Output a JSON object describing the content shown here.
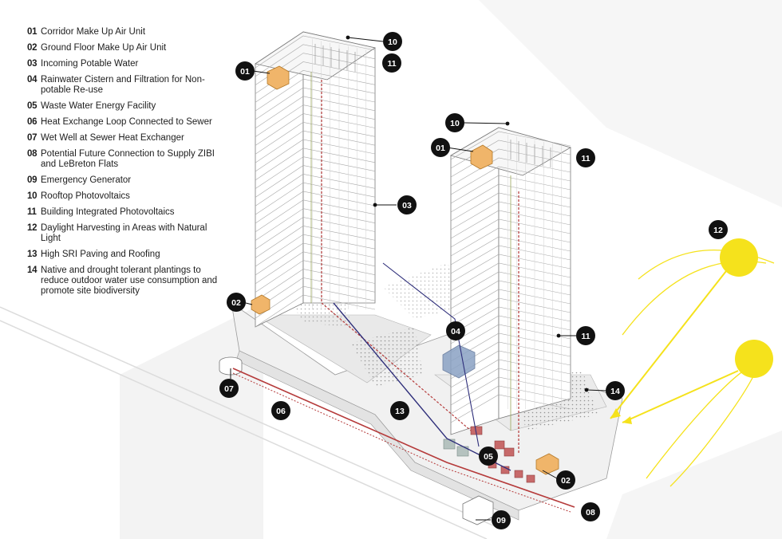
{
  "legend": [
    {
      "num": "01",
      "label": "Corridor Make Up Air Unit"
    },
    {
      "num": "02",
      "label": "Ground Floor Make Up Air Unit"
    },
    {
      "num": "03",
      "label": "Incoming Potable Water"
    },
    {
      "num": "04",
      "label": "Rainwater Cistern and Filtration for Non-potable Re-use"
    },
    {
      "num": "05",
      "label": "Waste Water Energy Facility"
    },
    {
      "num": "06",
      "label": "Heat Exchange Loop Connected to Sewer"
    },
    {
      "num": "07",
      "label": "Wet Well at Sewer Heat Exchanger"
    },
    {
      "num": "08",
      "label": "Potential Future Connection to Supply ZIBI and LeBreton Flats"
    },
    {
      "num": "09",
      "label": "Emergency Generator"
    },
    {
      "num": "10",
      "label": "Rooftop Photovoltaics"
    },
    {
      "num": "11",
      "label": "Building Integrated Photovoltaics"
    },
    {
      "num": "12",
      "label": "Daylight Harvesting in Areas with Natural Light"
    },
    {
      "num": "13",
      "label": "High SRI Paving and Roofing"
    },
    {
      "num": "14",
      "label": "Native and drought tolerant plantings to reduce outdoor water use consumption and promote site biodiversity"
    }
  ],
  "callouts": {
    "c10a": "10",
    "c11a": "11",
    "c01a": "01",
    "c03": "03",
    "c10b": "10",
    "c01b": "01",
    "c11b": "11",
    "c12": "12",
    "c02a": "02",
    "c04": "04",
    "c11c": "11",
    "c07": "07",
    "c14": "14",
    "c06": "06",
    "c13": "13",
    "c05": "05",
    "c02b": "02",
    "c08": "08",
    "c09": "09"
  },
  "colors": {
    "callout_bg": "#111111",
    "sun": "#f5e21c",
    "sewer_loop": "#b53a3a",
    "supply_line": "#2e2e7a",
    "mau_unit": "#f0b56a",
    "cistern": "#8aa2c4",
    "glass_line": "#b8b8b8"
  }
}
